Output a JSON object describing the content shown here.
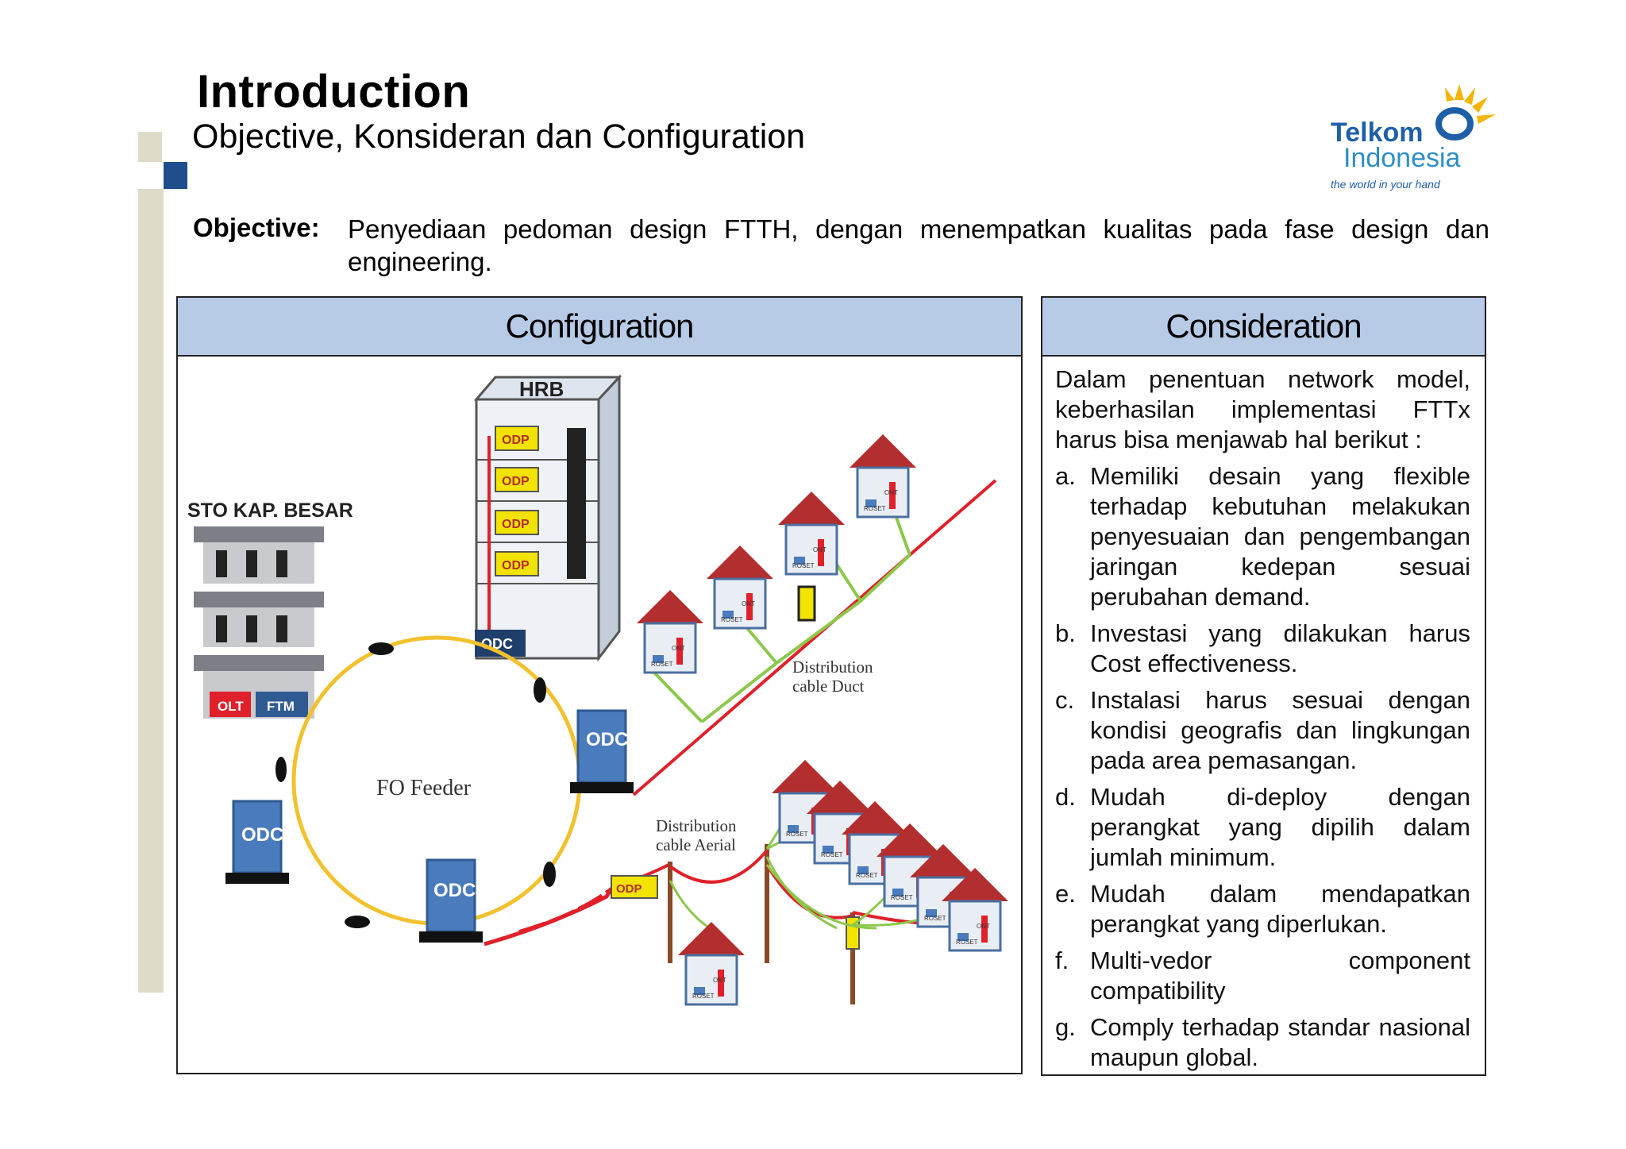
{
  "header": {
    "title": "Introduction",
    "subtitle": "Objective, Konsideran dan Configuration"
  },
  "logo": {
    "line1": "Telkom",
    "line2": "Indonesia",
    "tagline": "the world in your hand"
  },
  "objective": {
    "label": "Objective:",
    "text": "Penyediaan pedoman design FTTH, dengan menempatkan kualitas pada fase design dan engineering."
  },
  "configuration": {
    "header": "Configuration",
    "labels": {
      "sto": "STO KAP. BESAR",
      "hrb": "HRB",
      "olt": "OLT",
      "ftm": "FTM",
      "odp": "ODP",
      "odc": "ODC",
      "fo_feeder": "FO Feeder",
      "dist_duct_1": "Distribution",
      "dist_duct_2": "cable Duct",
      "dist_aerial_1": "Distribution",
      "dist_aerial_2": "cable Aerial",
      "ont": "ONT",
      "roset": "ROSET"
    }
  },
  "consideration": {
    "header": "Consideration",
    "intro": "Dalam penentuan network model, keberhasilan implementasi FTTx harus bisa menjawab hal berikut :",
    "items": [
      {
        "letter": "a.",
        "text": "Memiliki desain yang flexible terhadap kebutuhan melakukan penyesuaian dan pengembangan jaringan kedepan sesuai perubahan demand."
      },
      {
        "letter": "b.",
        "text": "Investasi yang dilakukan harus Cost effectiveness."
      },
      {
        "letter": "c.",
        "text": "Instalasi harus sesuai dengan kondisi geografis dan lingkungan pada area pemasangan."
      },
      {
        "letter": "d.",
        "text": "Mudah di-deploy dengan perangkat yang dipilih dalam jumlah minimum."
      },
      {
        "letter": "e.",
        "text": "Mudah dalam mendapatkan perangkat yang diperlukan."
      },
      {
        "letter": "f.",
        "text": "Multi-vedor component compatibility"
      },
      {
        "letter": "g.",
        "text": "Comply terhadap standar nasional maupun global."
      }
    ]
  },
  "colors": {
    "header_fill": "#b7cbe7",
    "odc_blue": "#4a7bbd",
    "feeder_ring": "#f2c12e",
    "cable_red": "#e0202a",
    "drop_green": "#8cc84b",
    "roof_red": "#b32e2e"
  }
}
